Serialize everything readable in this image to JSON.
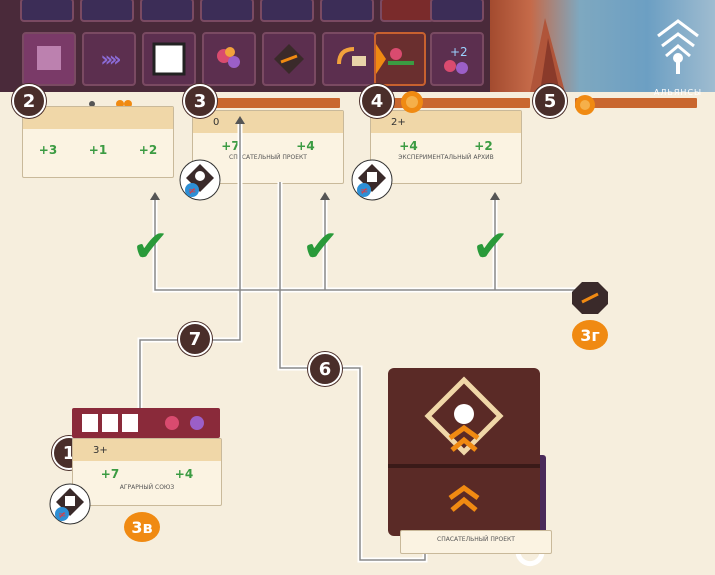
{
  "logo": {
    "text": "АЛЬЯНСЫ",
    "icon": "alliance-tree-icon"
  },
  "steps": [
    "1",
    "2",
    "3",
    "4",
    "5",
    "6",
    "7"
  ],
  "badges": {
    "b3g": "3г",
    "b3v": "3в"
  },
  "cards": {
    "c2": {
      "bonuses": [
        "+3",
        "+1",
        "+2"
      ]
    },
    "c3": {
      "label": "СПАСАТЕЛЬНЫЙ ПРОЕКТ",
      "cost": "0",
      "bonuses": [
        "+7",
        "+4"
      ]
    },
    "c4": {
      "label": "ЭКСПЕРИМЕНТАЛЬНЫЙ АРХИВ",
      "cost": "2+",
      "bonuses": [
        "+4",
        "+2"
      ]
    },
    "c1": {
      "label": "АГРАРНЫЙ СОЮЗ",
      "cost": "3+",
      "bonuses": [
        "+7",
        "+4"
      ]
    },
    "big": {
      "label": "СПАСАТЕЛЬНЫЙ ПРОЕКТ"
    }
  },
  "colors": {
    "accent": "#f08a12",
    "check": "#2a9a3a",
    "board": "#4a2a3a"
  }
}
